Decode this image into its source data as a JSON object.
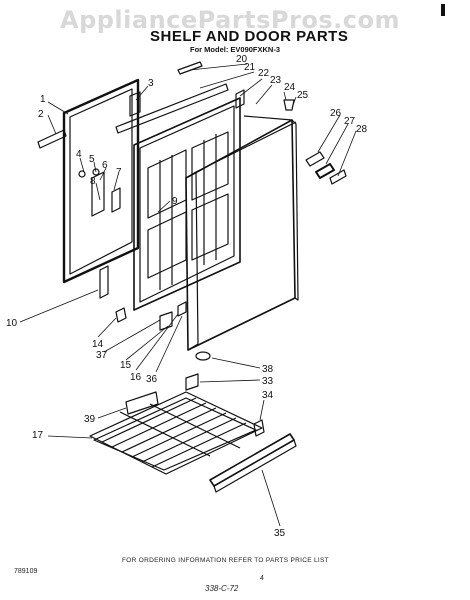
{
  "watermark": "AppliancePartsPros.com",
  "title": "SHELF AND DOOR PARTS",
  "model": "For Model: EV090FXKN-3",
  "callouts": [
    "20",
    "21",
    "22",
    "23",
    "24",
    "25",
    "3",
    "1",
    "2",
    "26",
    "27",
    "28",
    "4",
    "5",
    "6",
    "7",
    "8",
    "9",
    "10",
    "14",
    "37",
    "15",
    "16",
    "36",
    "38",
    "33",
    "34",
    "39",
    "17",
    "35"
  ],
  "footer": {
    "ordering_note": "FOR ORDERING INFORMATION REFER TO PARTS PRICE LIST",
    "code": "789109",
    "page_num": "4",
    "handwritten": "338-C-72"
  }
}
